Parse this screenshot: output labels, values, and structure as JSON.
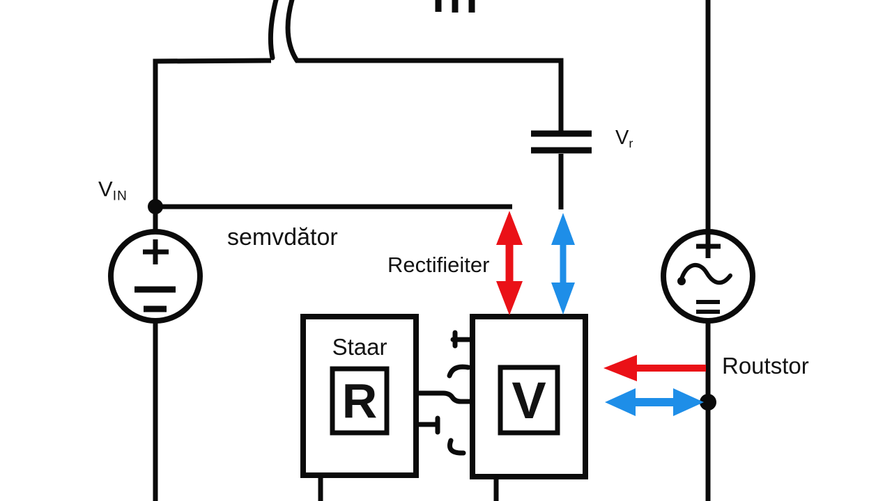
{
  "diagram": {
    "type": "circuit-schematic",
    "background": "#ffffff",
    "wire_color": "#0b0b0b",
    "accent_red": "#ea1117",
    "accent_blue": "#1e8ee8"
  },
  "labels": {
    "v_in_base": "V",
    "v_in_sub": "IN",
    "v_r_base": "V",
    "v_r_sub": "r",
    "regulator": "semvdător",
    "rectifier": "Rectifieiter",
    "left_block_title": "Staar",
    "left_block_letter": "R",
    "right_block_letter": "V",
    "resistor_label": "Routstor"
  },
  "components": {
    "left_source": "dc-voltage-source",
    "right_source": "ac-voltage-source",
    "capacitor": "capacitor",
    "left_block": "regulator-block",
    "right_block": "rectifier-block"
  },
  "arrows": {
    "vertical_red": "double-headed-down-red",
    "vertical_blue": "double-headed-down-blue",
    "horizontal_red": "left-pointing-red",
    "horizontal_blue": "double-headed-horizontal-blue"
  }
}
